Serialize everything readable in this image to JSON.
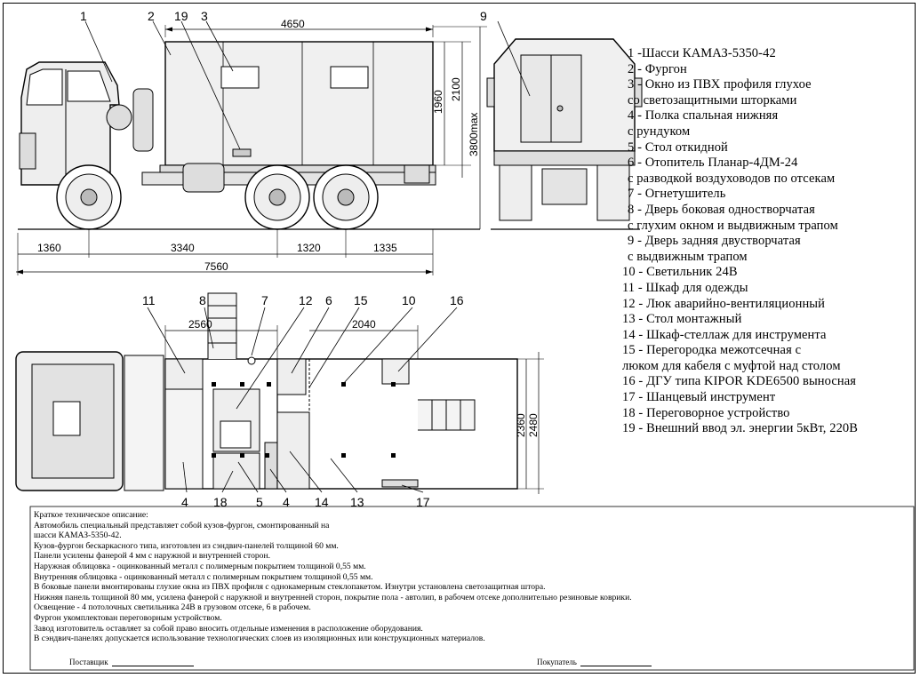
{
  "dimensions": {
    "top_length": "4650",
    "h1": "1960",
    "h2": "2100",
    "h_max": "3800max",
    "d1": "1360",
    "d2": "3340",
    "d3": "1320",
    "d4": "1335",
    "total": "7560",
    "plan_left": "2560",
    "plan_mid": "2040",
    "w1": "2360",
    "w2": "2480"
  },
  "callouts": {
    "side": [
      "1",
      "2",
      "19",
      "3"
    ],
    "rear": [
      "9"
    ],
    "plan_top": [
      "11",
      "8",
      "7",
      "12",
      "6",
      "15",
      "10",
      "16"
    ],
    "plan_bottom": [
      "4",
      "18",
      "5",
      "4",
      "14",
      "13",
      "17"
    ]
  },
  "legend": [
    "1 -Шасси КАМАЗ-5350-42",
    "2 - Фургон",
    "3 - Окно из ПВХ профиля глухое",
    "со светозащитными шторками",
    "4 - Полка спальная нижняя",
    "с рундуком",
    "5 - Стол откидной",
    "6 - Отопитель Планар-4ДМ-24",
    "с разводкой воздуховодов по отсекам",
    "7 - Огнетушитель",
    "8 - Дверь боковая одностворчатая",
    "с глухим окном и выдвижным трапом",
    "9 - Дверь задняя двустворчатая",
    "с выдвижным трапом",
    "10 - Светильник 24В",
    "11 - Шкаф для одежды",
    "12 - Люк аварийно-вентиляционный",
    "13 - Стол монтажный",
    "14 - Шкаф-стеллаж для инструмента",
    "15 - Перегородка межотсечная с",
    "люком для кабеля с муфтой над столом",
    "16 - ДГУ типа KIPOR KDE6500 выносная",
    "17 - Шанцевый инструмент",
    "18 - Переговорное устройство",
    "19 - Внешний ввод эл. энергии 5кВт, 220В"
  ],
  "description": [
    "Краткое техническое описание:",
    "  Автомобиль специальный представляет собой кузов-фургон, смонтированный на",
    "  шасси КАМАЗ-5350-42.",
    "Кузов-фургон бескаркасного типа, изготовлен из сэндвич-панелей толщиной 60 мм.",
    "Панели усилены фанерой 4 мм с наружной и внутренней сторон.",
    "Наружная облицовка - оцинкованный металл с полимерным покрытием толщиной 0,55 мм.",
    "Внутренняя облицовка - оцинкованный металл с полимерным покрытием толщиной 0,55 мм.",
    "В боковые панели вмонтированы глухие  окна из ПВХ профиля с однокамерным стеклопакетом. Изнутри установлена светозащитная штора.",
    "Нижняя панель толщиной 80 мм, усилена фанерой с наружной и внутренней сторон, покрытие пола - автолип, в рабочем отсеке дополнительно резиновые коврики.",
    "Освещение - 4  потолочных светильника 24В в грузовом отсеке, 6 в рабочем.",
    "Фургон укомплектован переговорным устройством.",
    "Завод изготовитель оставляет за собой право вносить отдельные изменения в расположение оборудования.",
    "В сэндвич-панелях допускается использование технологических слоев из изоляционных или конструкционных материалов."
  ],
  "signatures": {
    "left": "Поставщик",
    "right": "Покупатель"
  }
}
